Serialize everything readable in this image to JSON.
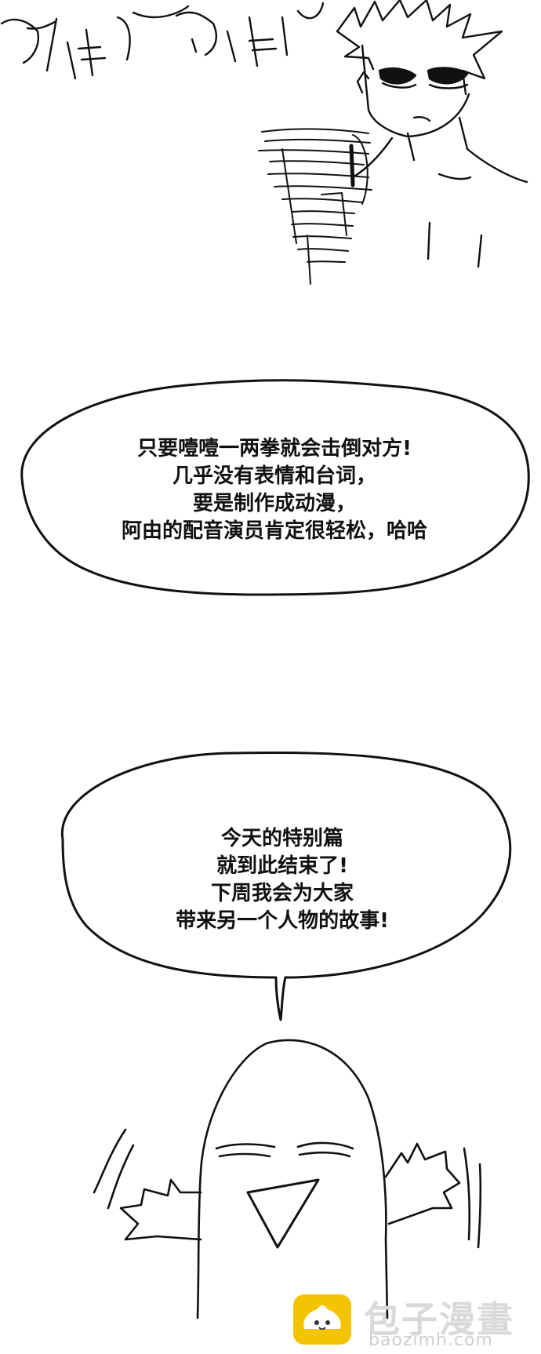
{
  "bubble1": {
    "lines": [
      "只要噎噎一两拳就会击倒对方!",
      "几乎没有表情和台词，",
      "要是制作成动漫，",
      "阿由的配音演员肯定很轻松，哈哈"
    ]
  },
  "bubble2": {
    "lines": [
      "今天的特别篇",
      "就到此结束了!",
      "下周我会为大家",
      "带来另一个人物的故事!"
    ]
  },
  "watermark": {
    "title": "包子漫畫",
    "url": "baozimh.com",
    "logo_color": "#f5c400"
  }
}
